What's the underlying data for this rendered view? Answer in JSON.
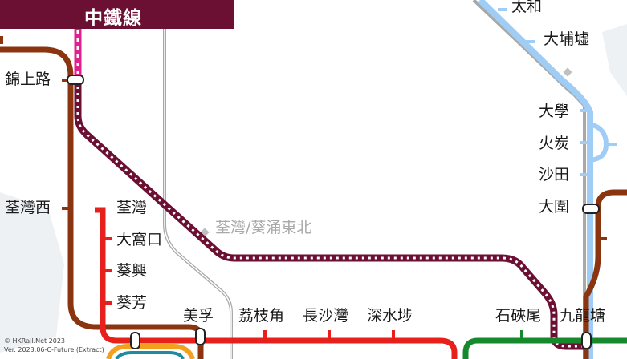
{
  "title": "中鐵線",
  "colors": {
    "title_bg": "#6b0f33",
    "tuen_ma": "#8a3410",
    "north_island_maroon": "#6b0f33",
    "tsuen_wan": "#e8201c",
    "east_rail": "#a0cdf5",
    "kwun_tong": "#17892d",
    "pink": "#e0208e",
    "future_grey": "#a8a8a8"
  },
  "stations": {
    "kam_sheung_road": "錦上路",
    "tsuen_wan_west": "荃灣西",
    "tsuen_wan": "荃灣",
    "tai_wo_hau": "大窩口",
    "kwai_hing": "葵興",
    "kwai_fong": "葵芳",
    "mei_foo": "美孚",
    "lai_chi_kok": "荔枝角",
    "cheung_sha_wan": "長沙灣",
    "sham_shui_po": "深水埗",
    "shek_kip_mei": "石硤尾",
    "kowloon_tong": "九龍塘",
    "tai_wo": "太和",
    "tai_po_market": "大埔墟",
    "university": "大學",
    "fo_tan": "火炭",
    "sha_tin": "沙田",
    "tai_wai": "大圍",
    "future_station": "荃灣/葵涌東北"
  },
  "footer": {
    "copyright": "© HKRail.Net 2023",
    "version": "Ver. 2023.06-C-Future (Extract)"
  }
}
